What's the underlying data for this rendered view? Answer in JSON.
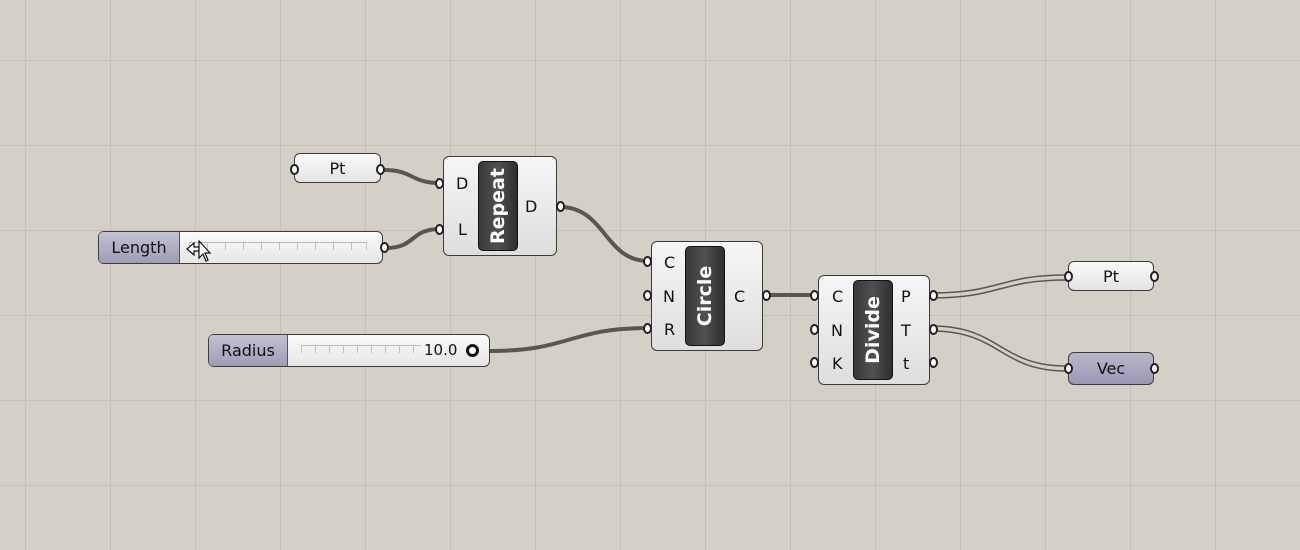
{
  "canvas": {
    "background": "#d4d0c8",
    "grid": true
  },
  "params": {
    "pt_in": "Pt",
    "pt_out": "Pt",
    "vec_out": "Vec"
  },
  "sliders": {
    "length": {
      "label": "Length",
      "value": ""
    },
    "radius": {
      "label": "Radius",
      "value": "10.0"
    }
  },
  "components": {
    "repeat": {
      "name": "Repeat",
      "inputs": [
        "D",
        "L"
      ],
      "outputs": [
        "D"
      ]
    },
    "circle": {
      "name": "Circle",
      "inputs": [
        "C",
        "N",
        "R"
      ],
      "outputs": [
        "C"
      ]
    },
    "divide": {
      "name": "Divide",
      "inputs": [
        "C",
        "N",
        "K"
      ],
      "outputs": [
        "P",
        "T",
        "t"
      ]
    }
  },
  "wire_color": "#5a5650"
}
